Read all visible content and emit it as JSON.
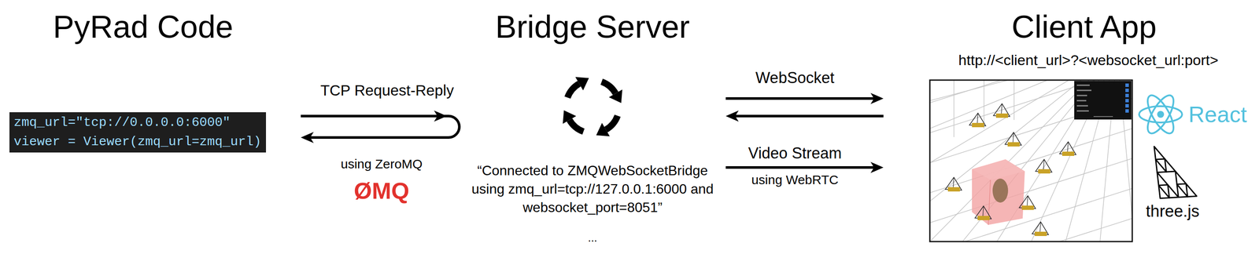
{
  "diagram": {
    "nodes": [
      {
        "text": [
          "PyRad Code",
          "zmq_url=\"tcp://0.0.0.0:6000\"",
          "viewer = Viewer(zmq_url=zmq_url)"
        ]
      },
      {
        "text": [
          "Bridge Server",
          "“Connected to ZMQWebSocketBridge using zmq_url=tcp://127.0.0.1:6000 and websocket_port=8051”",
          "..."
        ]
      },
      {
        "text": [
          "Client App",
          "http://<client_url>?<websocket_url:port>"
        ]
      }
    ],
    "edges": [
      {
        "from": 0,
        "to": 1,
        "label": "TCP Request-Reply",
        "arrow": "both"
      },
      {
        "from": 1,
        "to": 2,
        "label": "WebSocket",
        "arrow": "to"
      },
      {
        "from": 2,
        "to": 1,
        "arrow": "to"
      },
      {
        "from": 1,
        "to": 2,
        "label": "Video Stream",
        "arrow": "to"
      }
    ],
    "labels": [
      "using ZeroMQ",
      "ØMQ",
      "using WebRTC",
      "React",
      "three.js"
    ]
  }
}
